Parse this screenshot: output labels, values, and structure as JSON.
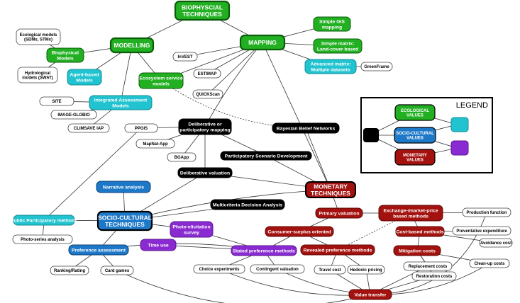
{
  "colors": {
    "bio": "#22b022",
    "bio_border": "#0b5d0b",
    "socio": "#1d78c8",
    "socio_border": "#0b3f76",
    "cyan": "#20c3cf",
    "cyan_border": "#148c94",
    "monetary": "#a3120f",
    "monetary_border": "#5e0806",
    "purple": "#8a2bd1",
    "purple_border": "#5a1690",
    "black": "#000000",
    "white": "#ffffff",
    "edge": "#333333"
  },
  "nodes": {
    "biophysical_techniques": {
      "lines": [
        "BIOPHYSCIAL",
        "TECHNIQUES"
      ],
      "style": "bio-main"
    },
    "modelling": {
      "lines": [
        "MODELLING"
      ],
      "style": "bio-main"
    },
    "mapping": {
      "lines": [
        "MAPPING"
      ],
      "style": "bio-main"
    },
    "ecological_models": {
      "lines": [
        "Ecological models",
        "(SDMs, STMs)"
      ],
      "style": "white"
    },
    "biophysical_models": {
      "lines": [
        "Biophysical",
        "Models"
      ],
      "style": "bio"
    },
    "hydrological_models": {
      "lines": [
        "Hydrological",
        "models (SWAT)"
      ],
      "style": "white"
    },
    "agent_based_models": {
      "lines": [
        "Agent-based",
        "Models"
      ],
      "style": "cyan"
    },
    "invest": {
      "lines": [
        "InVEST"
      ],
      "style": "white"
    },
    "estimap": {
      "lines": [
        "ESTIMAP"
      ],
      "style": "white"
    },
    "quickscan": {
      "lines": [
        "QUICKScan"
      ],
      "style": "white"
    },
    "ecosystem_service_models": {
      "lines": [
        "Ecosystem service",
        "models"
      ],
      "style": "bio"
    },
    "simple_gis": {
      "lines": [
        "Simple GIS",
        "mapping"
      ],
      "style": "bio"
    },
    "simple_matrix": {
      "lines": [
        "Simple matrix:",
        "Land-cover based"
      ],
      "style": "bio"
    },
    "advanced_matrix": {
      "lines": [
        "Advanced matrix:",
        "Multiple datasets"
      ],
      "style": "cyan"
    },
    "greenframe": {
      "lines": [
        "GreenFrame"
      ],
      "style": "white"
    },
    "integrated_assessment": {
      "lines": [
        "Integrated Assessment",
        "Models"
      ],
      "style": "cyan"
    },
    "site": {
      "lines": [
        "SITE"
      ],
      "style": "white"
    },
    "image_globio": {
      "lines": [
        "IMAGE-GLOBIO"
      ],
      "style": "white"
    },
    "climsave": {
      "lines": [
        "CLIMSAVE IAP"
      ],
      "style": "white"
    },
    "ppgis": {
      "lines": [
        "PPGIS"
      ],
      "style": "white"
    },
    "deliberative_mapping": {
      "lines": [
        "Deliberative or",
        "participatory mapping"
      ],
      "style": "black"
    },
    "mapnat": {
      "lines": [
        "MapNat-App"
      ],
      "style": "white"
    },
    "bgapp": {
      "lines": [
        "BGApp"
      ],
      "style": "white"
    },
    "bayesian": {
      "lines": [
        "Bayesian Belief Networks"
      ],
      "style": "black"
    },
    "participatory_scenario": {
      "lines": [
        "Participatory Scenario Development"
      ],
      "style": "black"
    },
    "deliberative_valuation": {
      "lines": [
        "Deliberative valuation"
      ],
      "style": "black"
    },
    "narrative_analysis": {
      "lines": [
        "Narrative analysis"
      ],
      "style": "socio"
    },
    "monetary_techniques": {
      "lines": [
        "MONETARY",
        "TECHNIQUES"
      ],
      "style": "monetary-main"
    },
    "multicriteria": {
      "lines": [
        "Multicriteria Decision Analysis"
      ],
      "style": "black"
    },
    "public_participatory": {
      "lines": [
        "Public Participatory methods"
      ],
      "style": "cyan"
    },
    "socio_cultural_techniques": {
      "lines": [
        "SOCIO-CULTURAL",
        "TECHNIQUES"
      ],
      "style": "socio-main"
    },
    "photo_elicitation": {
      "lines": [
        "Photo-elicitation",
        "survey"
      ],
      "style": "purple"
    },
    "primary_valuation": {
      "lines": [
        "Primary valuation"
      ],
      "style": "monetary"
    },
    "exchange_market": {
      "lines": [
        "Exchange-/market-price",
        "based methods"
      ],
      "style": "monetary"
    },
    "production_function": {
      "lines": [
        "Production  function"
      ],
      "style": "white"
    },
    "consumer_surplus": {
      "lines": [
        "Consumer-surplus oriented"
      ],
      "style": "monetary"
    },
    "cost_based": {
      "lines": [
        "Cost-based methods"
      ],
      "style": "monetary"
    },
    "preventative_expenditure": {
      "lines": [
        "Preventative expenditure"
      ],
      "style": "white"
    },
    "avoidance_cost": {
      "lines": [
        "Avoidance cost"
      ],
      "style": "white"
    },
    "photo_series": {
      "lines": [
        "Photo-series analysis"
      ],
      "style": "white"
    },
    "time_use": {
      "lines": [
        "Time use"
      ],
      "style": "purple"
    },
    "preference_assessment": {
      "lines": [
        "Preference assessment"
      ],
      "style": "socio"
    },
    "stated_preference": {
      "lines": [
        "Stated preference methods"
      ],
      "style": "purple"
    },
    "revealed_preference": {
      "lines": [
        "Revealed preference  methods"
      ],
      "style": "monetary"
    },
    "mitigation_costs": {
      "lines": [
        "Mitigation costs"
      ],
      "style": "monetary"
    },
    "ranking_rating": {
      "lines": [
        "Ranking/Rating"
      ],
      "style": "white"
    },
    "card_games": {
      "lines": [
        "Card games"
      ],
      "style": "white"
    },
    "choice_experiments": {
      "lines": [
        "Choice experiments"
      ],
      "style": "white"
    },
    "contingent_valuation": {
      "lines": [
        "Contingent valuation"
      ],
      "style": "white"
    },
    "travel_cost": {
      "lines": [
        "Travel cost"
      ],
      "style": "white"
    },
    "hedonic_pricing": {
      "lines": [
        "Hedonic pricing"
      ],
      "style": "white"
    },
    "replacement_costs": {
      "lines": [
        "Replacement costs"
      ],
      "style": "white"
    },
    "clean_up_costs": {
      "lines": [
        "Clean-up costs"
      ],
      "style": "white"
    },
    "restoration_costs": {
      "lines": [
        "Restoration costs"
      ],
      "style": "white"
    },
    "value_transfer": {
      "lines": [
        "Value transfer"
      ],
      "style": "monetary"
    }
  },
  "legend": {
    "title": "LEGEND",
    "ecological_values": {
      "lines": [
        "ECOLOGICAL",
        "VALUES"
      ]
    },
    "socio_cultural_values": {
      "lines": [
        "SOCIO-CULTURAL",
        "VALUES"
      ]
    },
    "monetary_values": {
      "lines": [
        "MONETARY",
        "VALUES"
      ]
    }
  }
}
